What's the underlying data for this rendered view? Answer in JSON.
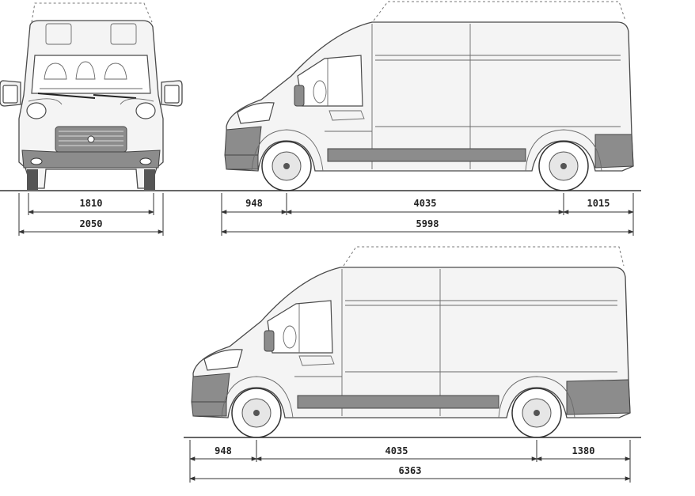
{
  "dimensions": {
    "front_track": "1810",
    "front_width": "2050",
    "top_front_overhang": "948",
    "top_wheelbase": "4035",
    "top_rear_overhang": "1015",
    "top_length": "5998",
    "bottom_front_overhang": "948",
    "bottom_wheelbase": "4035",
    "bottom_rear_overhang": "1380",
    "bottom_length": "6363"
  },
  "colors": {
    "line": "#4a4a4a",
    "panel": "#f4f4f4",
    "bumper": "#8c8c8c",
    "background": "#ffffff"
  }
}
